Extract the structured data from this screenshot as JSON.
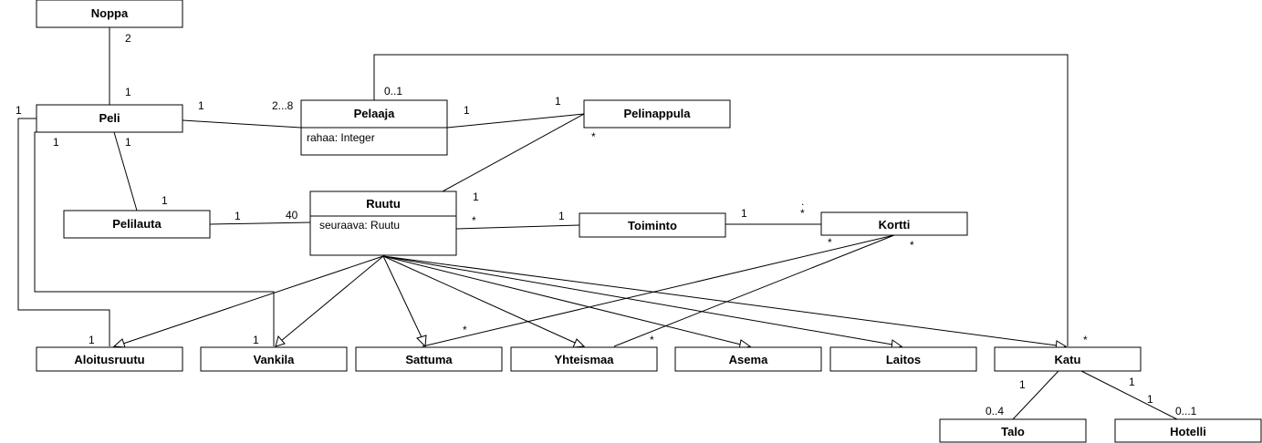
{
  "classes": {
    "noppa": {
      "name": "Noppa"
    },
    "peli": {
      "name": "Peli"
    },
    "pelaaja": {
      "name": "Pelaaja",
      "attr": "rahaa: Integer"
    },
    "pelinappula": {
      "name": "Pelinappula"
    },
    "pelilauta": {
      "name": "Pelilauta"
    },
    "ruutu": {
      "name": "Ruutu",
      "attr": "seuraava: Ruutu"
    },
    "toiminto": {
      "name": "Toiminto"
    },
    "kortti": {
      "name": "Kortti"
    },
    "aloitusruutu": {
      "name": "Aloitusruutu"
    },
    "vankila": {
      "name": "Vankila"
    },
    "sattuma": {
      "name": "Sattuma"
    },
    "yhteismaa": {
      "name": "Yhteismaa"
    },
    "asema": {
      "name": "Asema"
    },
    "laitos": {
      "name": "Laitos"
    },
    "katu": {
      "name": "Katu"
    },
    "talo": {
      "name": "Talo"
    },
    "hotelli": {
      "name": "Hotelli"
    }
  },
  "multiplicities": {
    "noppa_peli_noppa": "2",
    "noppa_peli_peli": "1",
    "peli_aloitus_peli": "1",
    "peli_pelaaja_peli": "1",
    "peli_pelaaja_pelaaja": "2...8",
    "peli_vankila_peli": "1",
    "peli_pelilauta_peli": "1",
    "peli_pelilauta_pelilauta": "1",
    "pelaaja_katu_pelaaja": "0..1",
    "pelaaja_nappula_pelaaja": "1",
    "pelaaja_nappula_nappula": "1",
    "nappula_ruutu_nappula": "*",
    "nappula_ruutu_ruutu": "1",
    "pelilauta_ruutu_pelilauta": "1",
    "pelilauta_ruutu_ruutu": "40",
    "ruutu_toiminto_ruutu": "*",
    "ruutu_toiminto_toiminto": "1",
    "toiminto_kortti_toiminto": "1",
    "toiminto_kortti_kortti": "*",
    "kortti_dot": ".",
    "kortti_sattuma_kortti": "*",
    "kortti_yhteismaa_kortti": "*",
    "sattuma_kortti": "*",
    "yhteismaa_kortti": "*",
    "aloitus_peli": "1",
    "vankila_peli": "1",
    "katu_pelaaja": "*",
    "katu_talo_katu": "1",
    "katu_hotelli_katu": "1",
    "talo_katu": "0..4",
    "hotelli_katu": "0...1",
    "hotelli_katu_one": "1"
  }
}
